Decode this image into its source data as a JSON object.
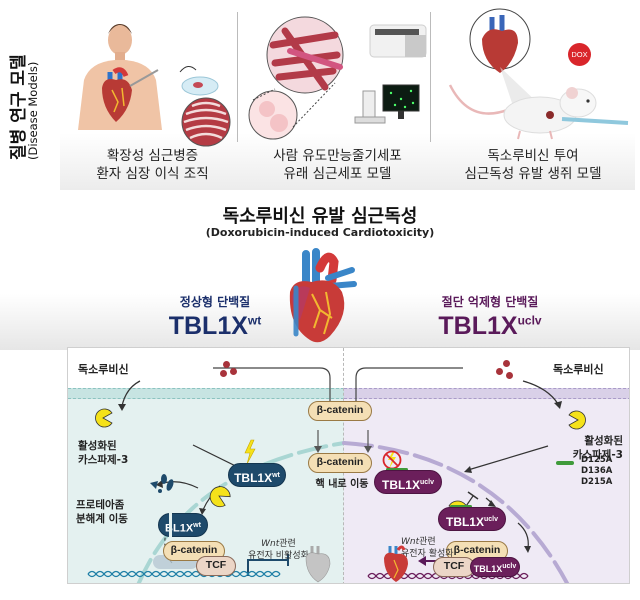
{
  "side_label": {
    "korean": "질병 연구 모델",
    "english": "(Disease Models)"
  },
  "models": [
    {
      "line1": "확장성 심근병증",
      "line2": "환자 심장 이식 조직",
      "icon": "human-heart-transplant-illustration"
    },
    {
      "line1": "사람 유도만능줄기세포",
      "line2": "유래 심근세포 모델",
      "icon": "ipsc-cardiomyocyte-illustration"
    },
    {
      "line1": "독소루비신 투여",
      "line2": "심근독성 유발 생쥐 모델",
      "icon": "mouse-injection-illustration",
      "badge": "DOX"
    }
  ],
  "title": {
    "main": "독소루비신 유발 심근독성",
    "sub": "(Doxorubicin-induced Cardiotoxicity)"
  },
  "variants": {
    "left": {
      "label": "정상형 단백질",
      "name": "TBL1X",
      "sup": "wt",
      "color": "#1b2f6b"
    },
    "right": {
      "label": "절단 억제형 단백질",
      "name": "TBL1X",
      "sup": "uclv",
      "color": "#5a1a5a"
    }
  },
  "panel": {
    "left": {
      "drug": "독소루비신",
      "caspase_line1": "활성화된",
      "caspase_line2": "카스파제-3",
      "protein": "TBL1X",
      "protein_sup": "wt",
      "cleaved_protein": "BL1X",
      "cleaved_sup": "wt",
      "proteasome_line1": "프로테아좀",
      "proteasome_line2": "분해계 이동",
      "beta_catenin": "β-catenin",
      "tcf": "TCF",
      "wnt_line1_italic": "Wnt",
      "wnt_line1_rest": "관련",
      "wnt_line2": "유전자 비활성화"
    },
    "center": {
      "beta_catenin_top": "β-catenin",
      "beta_catenin_nucleus": "β-catenin",
      "nuclear_translocation": "핵 내로 이동"
    },
    "right": {
      "drug": "독소루비신",
      "caspase_line1": "활성화된",
      "caspase_line2": "카스파제-3",
      "protein": "TBL1X",
      "protein_sup": "uclv",
      "protein2": "TBL1X",
      "protein2_sup": "uclv",
      "beta_catenin": "β-catenin",
      "tcf": "TCF",
      "complex_protein": "TBL1X",
      "complex_sup": "uclv",
      "wnt_line1_italic": "Wnt",
      "wnt_line1_rest": "관련",
      "wnt_line2": "유전자 활성화",
      "mutations": [
        "D125A",
        "D136A",
        "D215A"
      ]
    },
    "colors": {
      "left_cytoplasm": "#e4f1f0",
      "right_cytoplasm": "#efeaf5",
      "wt_protein": "#1e4a6b",
      "uclv_protein": "#6b1f5b",
      "caspase": "#f5e21a",
      "drug_dot": "#a8333b",
      "mutation_bar": "#3f9a3a"
    }
  }
}
